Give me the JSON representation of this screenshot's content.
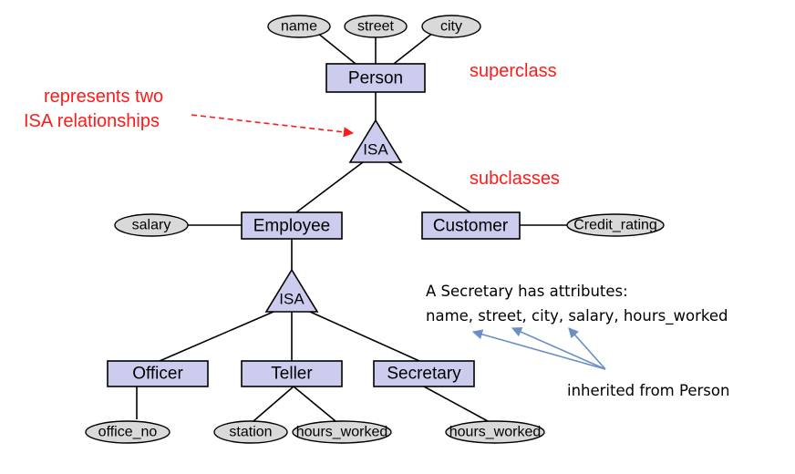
{
  "entities": {
    "person": "Person",
    "employee": "Employee",
    "customer": "Customer",
    "officer": "Officer",
    "teller": "Teller",
    "secretary": "Secretary"
  },
  "attributes": {
    "name": "name",
    "street": "street",
    "city": "city",
    "salary": "salary",
    "credit_rating": "Credit_rating",
    "office_no": "office_no",
    "station": "station",
    "teller_hours_worked": "hours_worked",
    "secretary_hours_worked": "hours_worked"
  },
  "isa": {
    "top": "ISA",
    "bottom": "ISA"
  },
  "labels": {
    "superclass": "superclass",
    "subclasses": "subclasses",
    "represents_line1": "represents two",
    "represents_line2": "ISA relationships"
  },
  "note": {
    "line1": "A Secretary has attributes:",
    "line2": "name, street, city, salary, hours_worked",
    "inherited": "inherited from Person"
  },
  "colors": {
    "entity_fill": "#ccccee",
    "attribute_fill": "#d9d9d9",
    "annotation_red": "#ff1a1a",
    "arrow_blue": "#6b8fc4"
  }
}
